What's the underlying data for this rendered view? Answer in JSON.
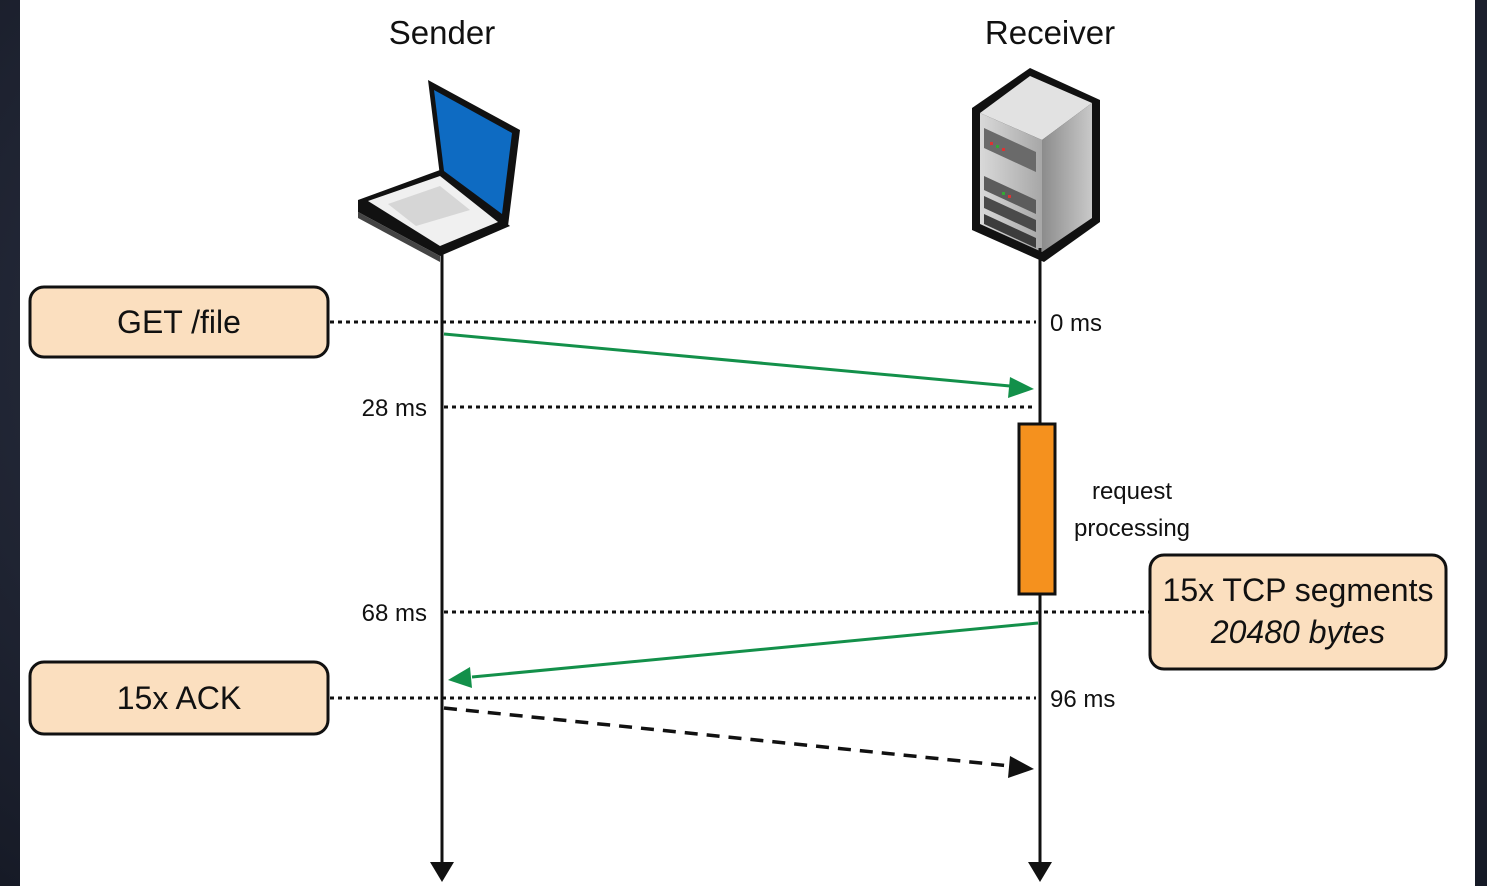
{
  "participants": {
    "sender": "Sender",
    "receiver": "Receiver"
  },
  "times": {
    "t0": "0 ms",
    "t28": "28 ms",
    "t68": "68 ms",
    "t96": "96 ms"
  },
  "callouts": {
    "get": "GET /file",
    "ack": "15x ACK",
    "segments_line1": "15x TCP segments",
    "segments_line2": "20480 bytes"
  },
  "processing": {
    "line1": "request",
    "line2": "processing"
  },
  "colors": {
    "arrow_green": "#13904a",
    "processing_orange": "#f5911e",
    "callout_fill": "#fbdfbf",
    "laptop_screen": "#0e6bc2"
  },
  "icons": {
    "sender": "laptop-icon",
    "receiver": "server-tower-icon"
  }
}
